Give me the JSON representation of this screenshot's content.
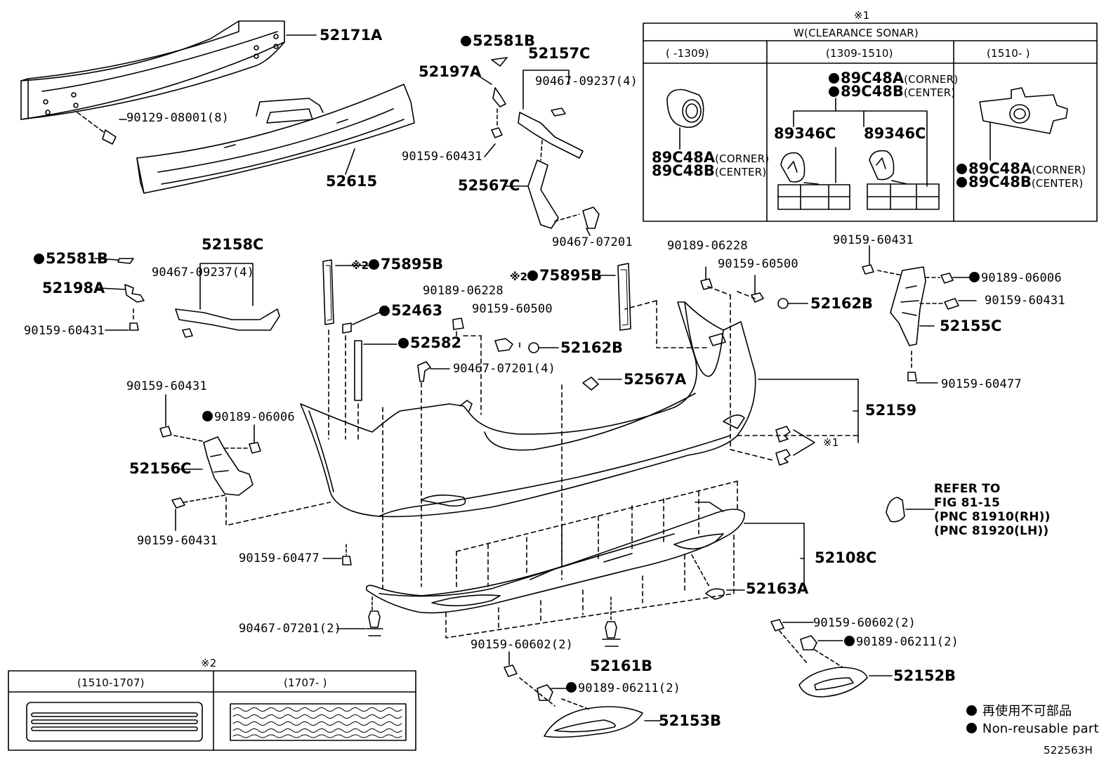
{
  "parts": {
    "p52171A": "52171A",
    "p90129_08001": "90129-08001(8)",
    "p52615": "52615",
    "p52581B_top": "52581B",
    "p52197A": "52197A",
    "p52157C": "52157C",
    "p90467_09237_top": "90467-09237(4)",
    "p90159_60431_a": "90159-60431",
    "p52567C": "52567C",
    "p90467_07201": "90467-07201",
    "p52581B_left": "52581B",
    "p52158C": "52158C",
    "p90467_09237_left": "90467-09237(4)",
    "p52198A": "52198A",
    "p90159_60431_b": "90159-60431",
    "p75895B_left": "75895B",
    "p52463": "52463",
    "p52582": "52582",
    "p90189_06228_mid": "90189-06228",
    "p90159_60500_mid": "90159-60500",
    "p52162B_mid": "52162B",
    "p90467_07201_4": "90467-07201(4)",
    "p75895B_right": "75895B",
    "p90189_06228_right": "90189-06228",
    "p90159_60500_right": "90159-60500",
    "p52162B_right": "52162B",
    "p90159_60431_c": "90159-60431",
    "p90189_06006_right": "90189-06006",
    "p90159_60431_d": "90159-60431",
    "p52155C": "52155C",
    "p90159_60477_right": "90159-60477",
    "p52567A": "52567A",
    "p52159": "52159",
    "ref_mark_1": "※1",
    "p90159_60431_e": "90159-60431",
    "p90189_06006_left": "90189-06006",
    "p52156C": "52156C",
    "p90159_60431_f": "90159-60431",
    "p90159_60477_left": "90159-60477",
    "p90467_07201_2": "90467-07201(2)",
    "p52108C": "52108C",
    "p52163A": "52163A",
    "p52161B": "52161B",
    "p90159_60602_mid": "90159-60602(2)",
    "p90189_06211_mid": "90189-06211(2)",
    "p52153B": "52153B",
    "p90159_60602_right": "90159-60602(2)",
    "p90189_06211_right": "90189-06211(2)",
    "p52152B": "52152B"
  },
  "refer": {
    "line1": "REFER TO",
    "line2": "FIG 81-15",
    "line3": "(PNC 81910(RH))",
    "line4": "(PNC 81920(LH))"
  },
  "sonar_box": {
    "mark": "※1",
    "title": "W(CLEARANCE SONAR)",
    "col1_header": "(      -1309)",
    "col2_header": "(1309-1510)",
    "col3_header": "(1510-      )",
    "col1_p1": "89C48A",
    "col1_p1_note": "(CORNER)",
    "col1_p2": "89C48B",
    "col1_p2_note": "(CENTER)",
    "col2_p1": "89C48A",
    "col2_p1_note": "(CORNER)",
    "col2_p2": "89C48B",
    "col2_p2_note": "(CENTER)",
    "col2_sub_a": "89346C",
    "col2_sub_b": "89346C",
    "col3_p1": "89C48A",
    "col3_p1_note": "(CORNER)",
    "col3_p2": "89C48B",
    "col3_p2_note": "(CENTER)"
  },
  "reflector_box": {
    "mark": "※2",
    "col1_header": "(1510-1707)",
    "col2_header": "(1707-      )"
  },
  "ref_mark_2": "※2",
  "legend": {
    "jp": "再使用不可部品",
    "en": "Non-reusable part"
  },
  "diagram_id": "522563H"
}
